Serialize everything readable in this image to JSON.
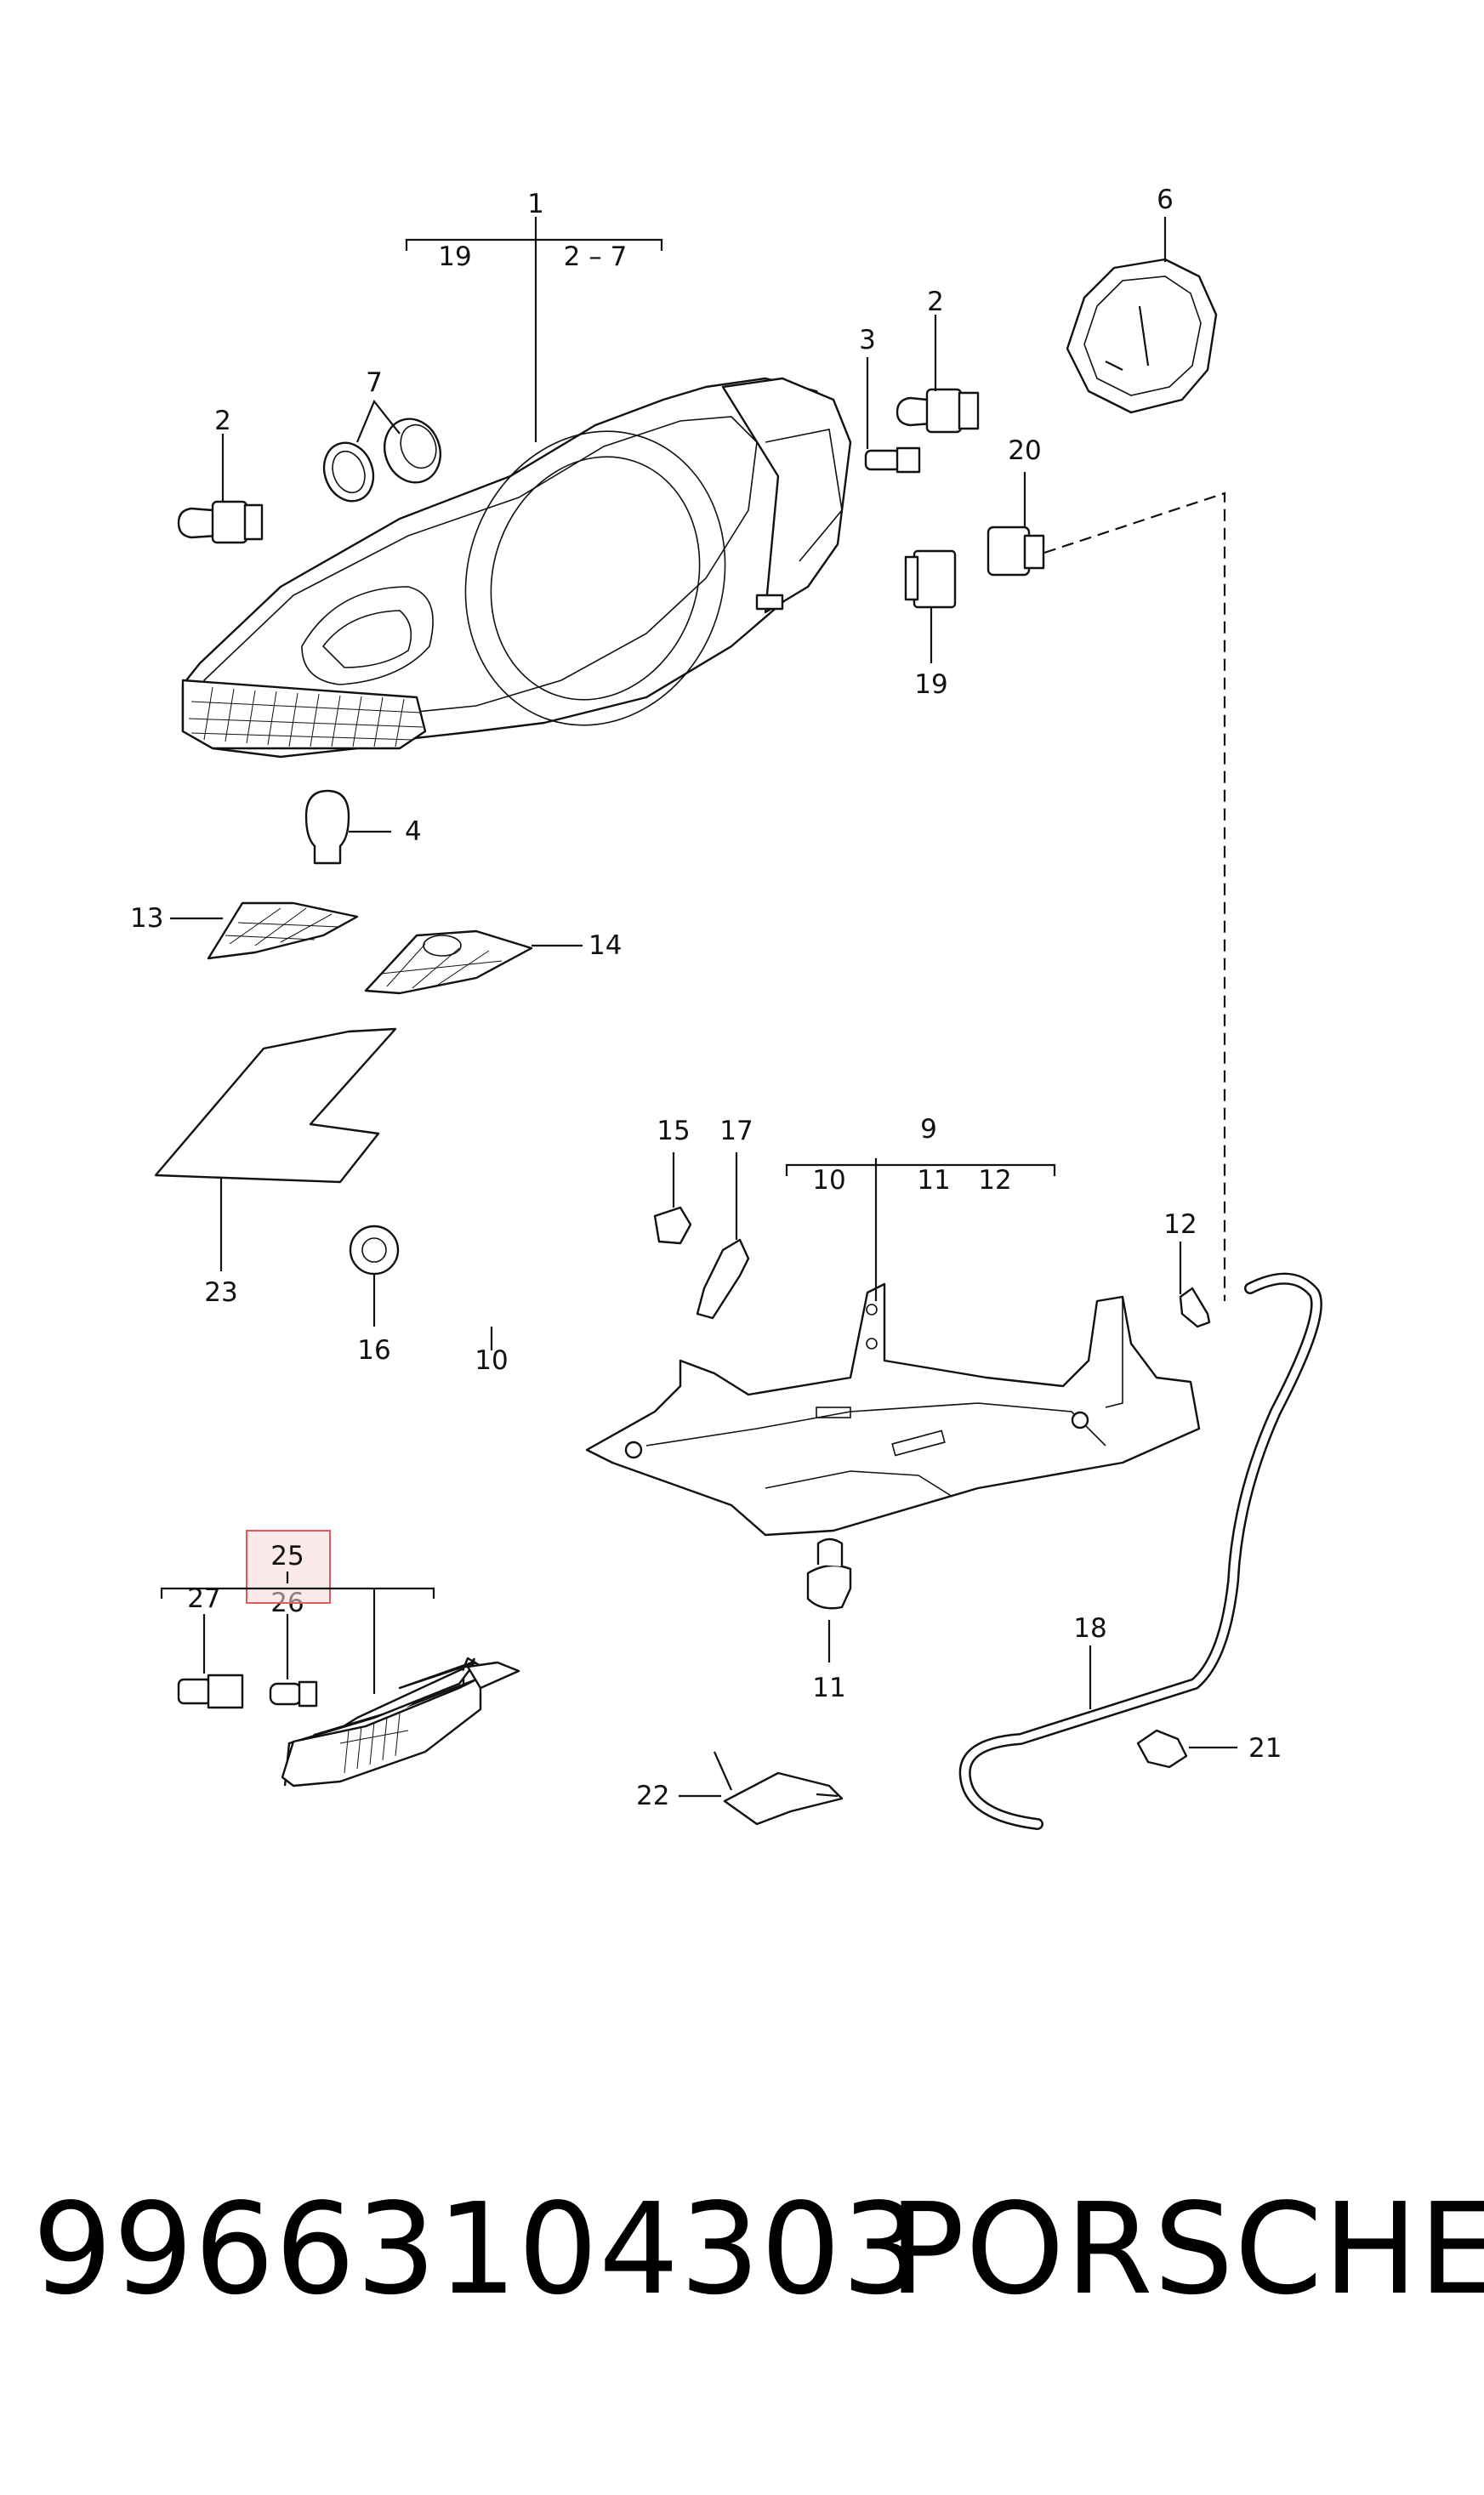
{
  "callouts": {
    "c1": "1",
    "c1_left": "19",
    "c1_right": "2 – 7",
    "c2a": "2",
    "c2b": "2",
    "c3": "3",
    "c4": "4",
    "c6": "6",
    "c7": "7",
    "c9": "9",
    "c9_a": "10",
    "c9_b": "11",
    "c9_c": "12",
    "c10": "10",
    "c11": "11",
    "c12": "12",
    "c13": "13",
    "c14": "14",
    "c15": "15",
    "c16": "16",
    "c17": "17",
    "c18": "18",
    "c19": "19",
    "c20": "20",
    "c21": "21",
    "c22": "22",
    "c23": "23",
    "c25": "25",
    "c26": "26",
    "c27": "27"
  },
  "highlight": {
    "label": "25",
    "color": "#e05a5a"
  },
  "footer": {
    "part_number": "99663104303",
    "brand": "PORSCHE"
  }
}
